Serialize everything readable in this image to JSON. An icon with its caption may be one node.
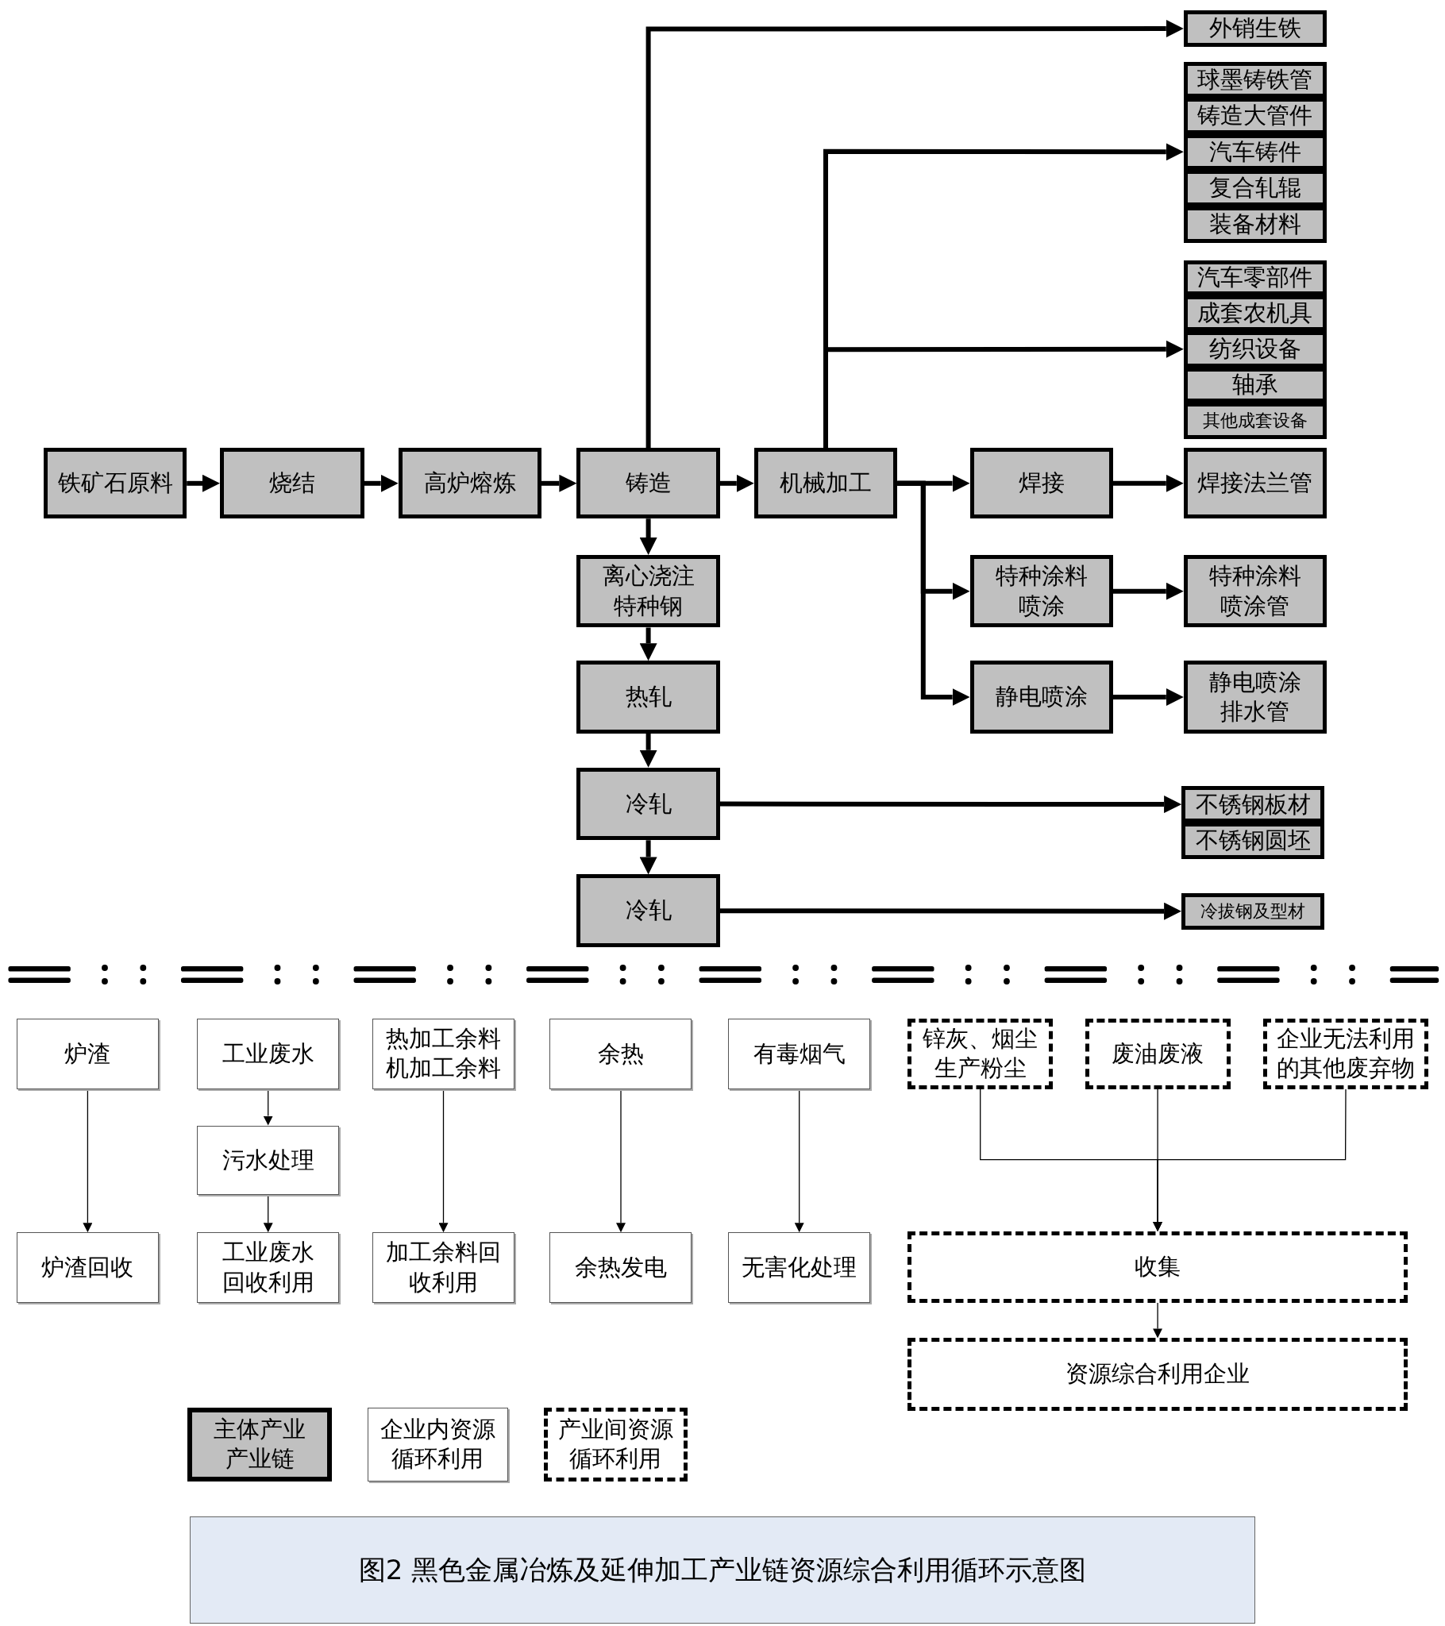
{
  "diagram": {
    "caption": "图2 黑色金属冶炼及延伸加工产业链资源综合利用循环示意图",
    "nodes": [
      {
        "text": [
          "铁矿石原料"
        ]
      },
      {
        "text": [
          "烧结"
        ]
      },
      {
        "text": [
          "高炉熔炼"
        ]
      },
      {
        "text": [
          "铸造"
        ]
      },
      {
        "text": [
          "机械加工"
        ]
      },
      {
        "text": [
          "外销生铁"
        ]
      },
      {
        "text": [
          "球墨铸铁管"
        ]
      },
      {
        "text": [
          "铸造大管件"
        ]
      },
      {
        "text": [
          "汽车铸件"
        ]
      },
      {
        "text": [
          "复合轧辊"
        ]
      },
      {
        "text": [
          "装备材料"
        ]
      },
      {
        "text": [
          "汽车零部件"
        ]
      },
      {
        "text": [
          "成套农机具"
        ]
      },
      {
        "text": [
          "纺织设备"
        ]
      },
      {
        "text": [
          "轴承"
        ]
      },
      {
        "text": [
          "其他成套设备"
        ]
      },
      {
        "text": [
          "焊接"
        ]
      },
      {
        "text": [
          "焊接法兰管"
        ]
      },
      {
        "text": [
          "离心浇注特种钢"
        ]
      },
      {
        "text": [
          "特种涂料喷涂"
        ]
      },
      {
        "text": [
          "特种涂料喷涂管"
        ]
      },
      {
        "text": [
          "热轧"
        ]
      },
      {
        "text": [
          "静电喷涂"
        ]
      },
      {
        "text": [
          "静电喷涂排水管"
        ]
      },
      {
        "text": [
          "冷轧"
        ]
      },
      {
        "text": [
          "不锈钢板材"
        ]
      },
      {
        "text": [
          "不锈钢圆坯"
        ]
      },
      {
        "text": [
          "冷轧"
        ]
      },
      {
        "text": [
          "冷拔钢及型材"
        ]
      },
      {
        "text": [
          "炉渣"
        ]
      },
      {
        "text": [
          "工业废水"
        ]
      },
      {
        "text": [
          "热加工余料机加工余料"
        ]
      },
      {
        "text": [
          "余热"
        ]
      },
      {
        "text": [
          "有毒烟气"
        ]
      },
      {
        "text": [
          "锌灰、烟尘生产粉尘"
        ]
      },
      {
        "text": [
          "废油废液"
        ]
      },
      {
        "text": [
          "企业无法利用的其他废弃物"
        ]
      },
      {
        "text": [
          "污水处理"
        ]
      },
      {
        "text": [
          "炉渣回收"
        ]
      },
      {
        "text": [
          "工业废水回收利用"
        ]
      },
      {
        "text": [
          "加工余料回收利用"
        ]
      },
      {
        "text": [
          "余热发电"
        ]
      },
      {
        "text": [
          "无害化处理"
        ]
      },
      {
        "text": [
          "收集"
        ]
      },
      {
        "text": [
          "资源综合利用企业"
        ]
      }
    ],
    "edges": [
      {
        "from": 0,
        "to": 1,
        "arrow": "to"
      },
      {
        "from": 1,
        "to": 2,
        "arrow": "to"
      },
      {
        "from": 2,
        "to": 3,
        "arrow": "to"
      },
      {
        "from": 3,
        "to": 4,
        "arrow": "to"
      },
      {
        "from": 3,
        "to": 5,
        "arrow": "to"
      },
      {
        "from": 4,
        "to": 8,
        "arrow": "to"
      },
      {
        "from": 4,
        "to": 13,
        "arrow": "to"
      },
      {
        "from": 4,
        "to": 16,
        "arrow": "to"
      },
      {
        "from": 4,
        "to": 19,
        "arrow": "to"
      },
      {
        "from": 4,
        "to": 22,
        "arrow": "to"
      },
      {
        "from": 16,
        "to": 17,
        "arrow": "to"
      },
      {
        "from": 19,
        "to": 20,
        "arrow": "to"
      },
      {
        "from": 22,
        "to": 23,
        "arrow": "to"
      },
      {
        "from": 3,
        "to": 18,
        "arrow": "to"
      },
      {
        "from": 18,
        "to": 21,
        "arrow": "to"
      },
      {
        "from": 21,
        "to": 24,
        "arrow": "to"
      },
      {
        "from": 24,
        "to": 27,
        "arrow": "to"
      },
      {
        "from": 24,
        "to": 25,
        "arrow": "to"
      },
      {
        "from": 27,
        "to": 28,
        "arrow": "to"
      },
      {
        "from": 29,
        "to": 38,
        "arrow": "to"
      },
      {
        "from": 30,
        "to": 37,
        "arrow": "to"
      },
      {
        "from": 37,
        "to": 39,
        "arrow": "to"
      },
      {
        "from": 31,
        "to": 40,
        "arrow": "to"
      },
      {
        "from": 32,
        "to": 41,
        "arrow": "to"
      },
      {
        "from": 33,
        "to": 42,
        "arrow": "to"
      },
      {
        "from": 34,
        "to": 43,
        "arrow": "to"
      },
      {
        "from": 35,
        "to": 43,
        "arrow": "to"
      },
      {
        "from": 36,
        "to": 43,
        "arrow": "to"
      },
      {
        "from": 43,
        "to": 44,
        "arrow": "to"
      }
    ],
    "legend": [
      {
        "text": "主体产业产业链"
      },
      {
        "text": "企业内资源循环利用"
      },
      {
        "text": "产业间资源循环利用"
      }
    ]
  }
}
